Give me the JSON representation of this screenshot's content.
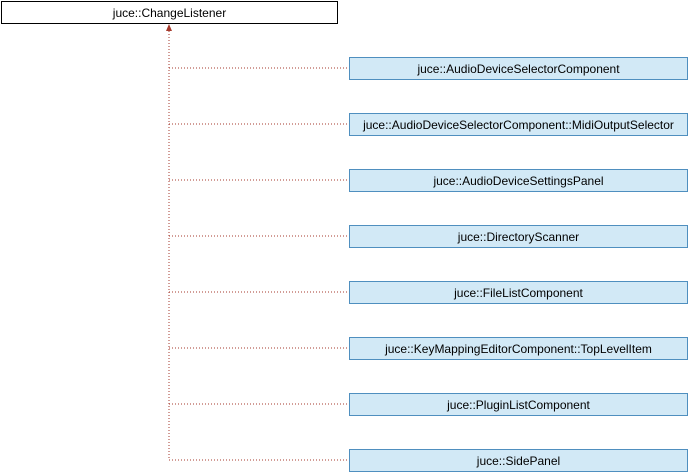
{
  "base_class": {
    "label": "juce::ChangeListener"
  },
  "derived_classes": [
    "juce::AudioDeviceSelectorComponent",
    "juce::AudioDeviceSelectorComponent::MidiOutputSelector",
    "juce::AudioDeviceSettingsPanel",
    "juce::DirectoryScanner",
    "juce::FileListComponent",
    "juce::KeyMappingEditorComponent::TopLevelItem",
    "juce::PluginListComponent",
    "juce::SidePanel"
  ],
  "colors": {
    "connector": "#a63a2c",
    "derived_fill": "#d2e9f6",
    "derived_border": "#4f8fbf",
    "base_fill": "#ffffff",
    "base_border": "#000000"
  }
}
